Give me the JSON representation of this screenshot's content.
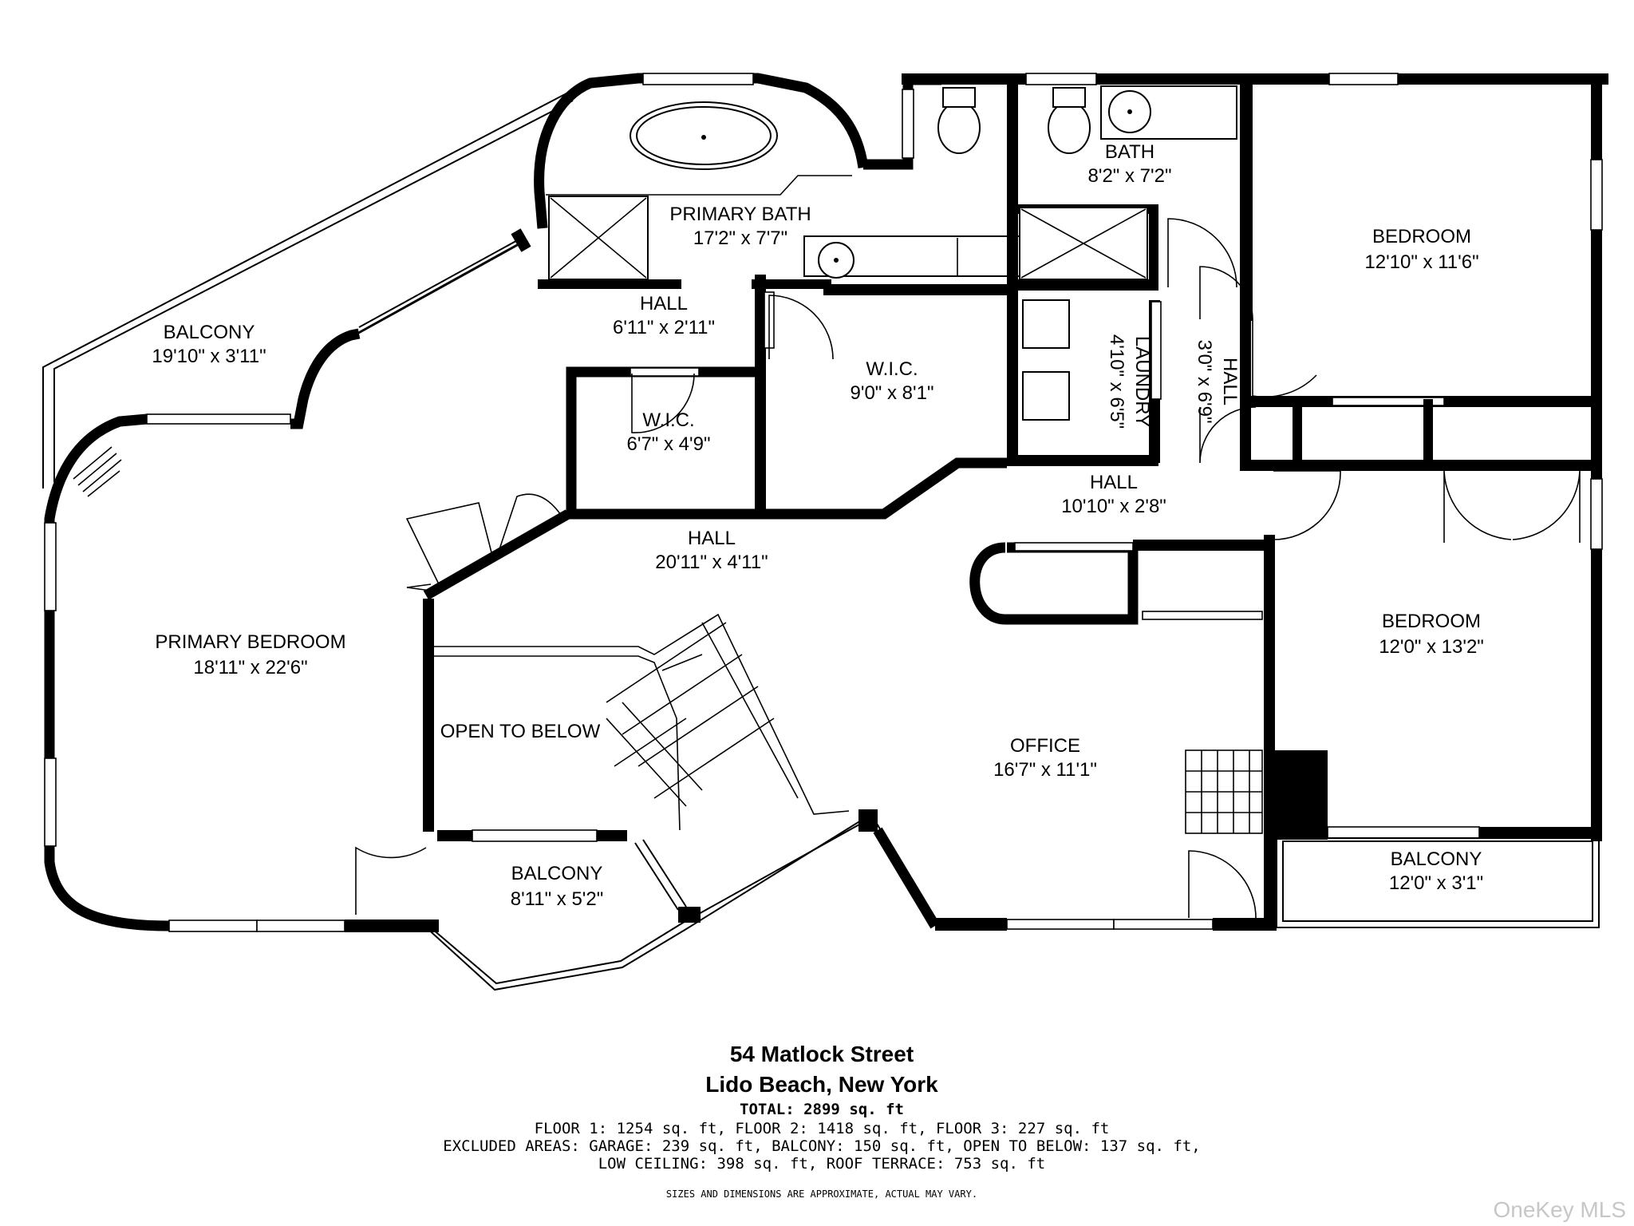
{
  "rooms": [
    {
      "name": "PRIMARY BATH",
      "dims": "17'2\" x 7'7\""
    },
    {
      "name": "BATH",
      "dims": "8'2\" x 7'2\""
    },
    {
      "name": "BEDROOM",
      "dims": "12'10\" x 11'6\""
    },
    {
      "name": "BALCONY",
      "dims": "19'10\" x 3'11\""
    },
    {
      "name": "HALL",
      "dims": "6'11\" x 2'11\""
    },
    {
      "name": "W.I.C.",
      "dims": "9'0\" x 8'1\""
    },
    {
      "name": "W.I.C.",
      "dims": "6'7\" x 4'9\""
    },
    {
      "name": "LAUNDRY",
      "dims": "4'10\" x 6'5\""
    },
    {
      "name": "HALL",
      "dims": "3'0\" x 6'9\""
    },
    {
      "name": "HALL",
      "dims": "10'10\" x 2'8\""
    },
    {
      "name": "HALL",
      "dims": "20'11\" x 4'11\""
    },
    {
      "name": "PRIMARY BEDROOM",
      "dims": "18'11\" x 22'6\""
    },
    {
      "name": "BEDROOM",
      "dims": "12'0\" x 13'2\""
    },
    {
      "name": "OFFICE",
      "dims": "16'7\" x 11'1\""
    },
    {
      "name": "BALCONY",
      "dims": "8'11\" x 5'2\""
    },
    {
      "name": "BALCONY",
      "dims": "12'0\" x 3'1\""
    }
  ],
  "open_to_below": "OPEN TO BELOW",
  "footer": {
    "street": "54 Matlock Street",
    "city": "Lido Beach, New York",
    "total": "TOTAL: 2899 sq. ft",
    "floors": "FLOOR 1: 1254 sq. ft, FLOOR 2: 1418 sq. ft, FLOOR 3: 227 sq. ft",
    "excluded_1": "EXCLUDED AREAS: GARAGE: 239 sq. ft, BALCONY: 150 sq. ft, OPEN TO BELOW: 137 sq. ft,",
    "excluded_2": "LOW CEILING: 398 sq. ft, ROOF TERRACE: 753 sq. ft",
    "disclaimer": "SIZES AND DIMENSIONS ARE APPROXIMATE, ACTUAL MAY VARY."
  },
  "watermark": "OneKey MLS"
}
